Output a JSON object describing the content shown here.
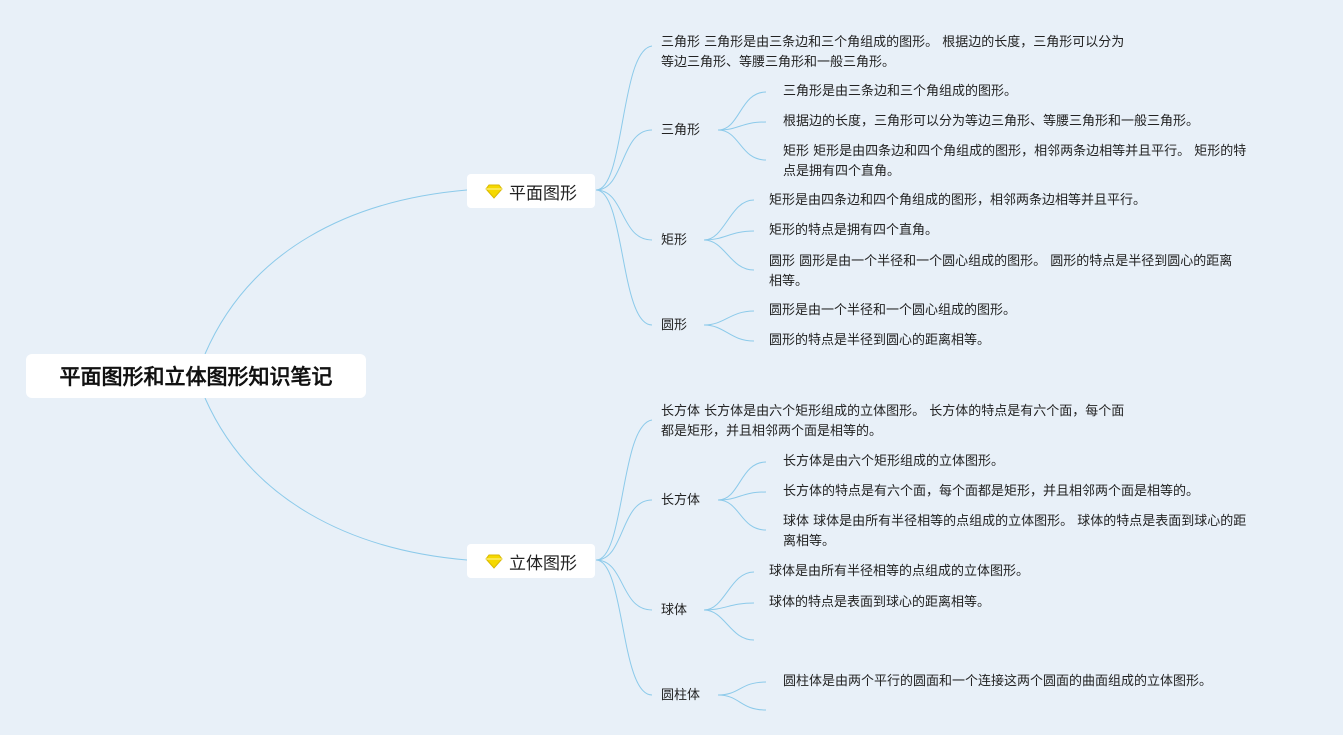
{
  "root": "平面图形和立体图形知识笔记",
  "branches": [
    {
      "label": "平面图形",
      "icon": "diamond-icon",
      "summary": [
        "三角形 三角形是由三条边和三个角组成的图形。 根据边的长度，三角形可以分为",
        "等边三角形、等腰三角形和一般三角形。"
      ],
      "children": [
        {
          "label": "三角形",
          "items": [
            "三角形是由三条边和三个角组成的图形。",
            "根据边的长度，三角形可以分为等边三角形、等腰三角形和一般三角形。",
            "矩形 矩形是由四条边和四个角组成的图形，相邻两条边相等并且平行。 矩形的特",
            "点是拥有四个直角。"
          ]
        },
        {
          "label": "矩形",
          "items": [
            "矩形是由四条边和四个角组成的图形，相邻两条边相等并且平行。",
            "矩形的特点是拥有四个直角。",
            "圆形 圆形是由一个半径和一个圆心组成的图形。 圆形的特点是半径到圆心的距离",
            "相等。"
          ]
        },
        {
          "label": "圆形",
          "items": [
            "圆形是由一个半径和一个圆心组成的图形。",
            "圆形的特点是半径到圆心的距离相等。"
          ]
        }
      ]
    },
    {
      "label": "立体图形",
      "icon": "diamond-icon",
      "summary": [
        "长方体 长方体是由六个矩形组成的立体图形。 长方体的特点是有六个面，每个面",
        "都是矩形，并且相邻两个面是相等的。"
      ],
      "children": [
        {
          "label": "长方体",
          "items": [
            "长方体是由六个矩形组成的立体图形。",
            "长方体的特点是有六个面，每个面都是矩形，并且相邻两个面是相等的。",
            "球体 球体是由所有半径相等的点组成的立体图形。 球体的特点是表面到球心的距",
            "离相等。"
          ]
        },
        {
          "label": "球体",
          "items": [
            "球体是由所有半径相等的点组成的立体图形。",
            "球体的特点是表面到球心的距离相等。"
          ]
        },
        {
          "label": "圆柱体",
          "items": [
            "圆柱体是由两个平行的圆面和一个连接这两个圆面的曲面组成的立体图形。"
          ]
        }
      ]
    }
  ],
  "colors": {
    "line": "#7ec3e6",
    "background": "#e8f0f8",
    "gem": "#f5d800"
  }
}
